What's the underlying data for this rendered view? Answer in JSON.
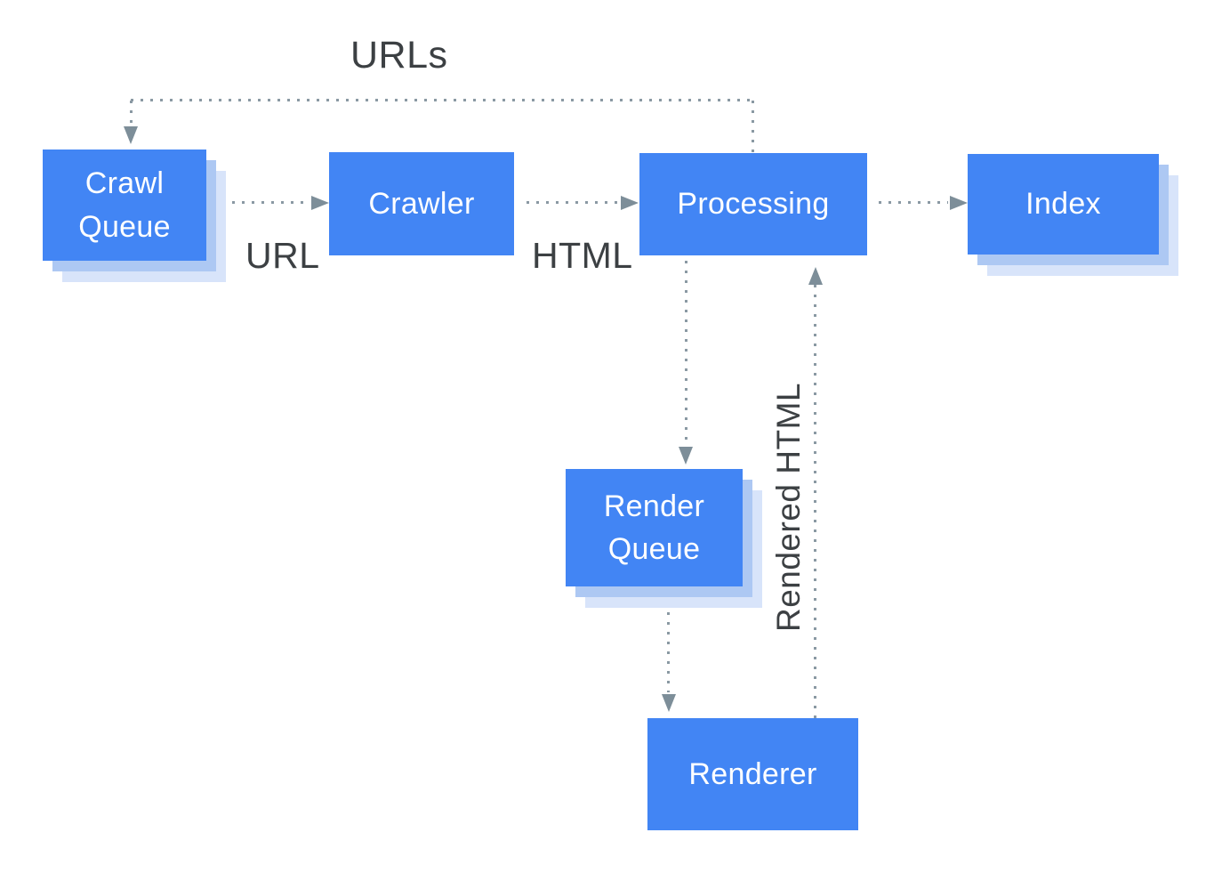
{
  "diagram": {
    "description": "Google crawl-render-index pipeline flow diagram",
    "background": "#FFFFFF",
    "colors": {
      "background": "#FFFFFF",
      "box_blue": "#4285F4",
      "shadow_mid": "#ADC8F3",
      "shadow_light": "#D8E4FA",
      "line_gray": "#8A99A3",
      "arrow_gray": "#7D8E99",
      "label_dark": "#3C4043",
      "box_text": "#FFFFFF"
    },
    "nodes": {
      "crawl_queue": {
        "label": "Crawl Queue",
        "stacked": true
      },
      "crawler": {
        "label": "Crawler",
        "stacked": false
      },
      "processing": {
        "label": "Processing",
        "stacked": false
      },
      "index": {
        "label": "Index",
        "stacked": true
      },
      "render_queue": {
        "label": "Render Queue",
        "stacked": true
      },
      "renderer": {
        "label": "Renderer",
        "stacked": false
      }
    },
    "edges": [
      {
        "from": "crawl_queue",
        "to": "crawler",
        "label": "URL",
        "style": "dotted"
      },
      {
        "from": "crawler",
        "to": "processing",
        "label": "HTML",
        "style": "dotted"
      },
      {
        "from": "processing",
        "to": "index",
        "label": "",
        "style": "dotted"
      },
      {
        "from": "processing",
        "to": "crawl_queue",
        "label": "URLs",
        "style": "dotted"
      },
      {
        "from": "processing",
        "to": "render_queue",
        "label": "",
        "style": "dotted"
      },
      {
        "from": "render_queue",
        "to": "renderer",
        "label": "",
        "style": "dotted"
      },
      {
        "from": "renderer",
        "to": "processing",
        "label": "Rendered HTML",
        "style": "dotted"
      }
    ],
    "edge_labels": {
      "urls": "URLs",
      "url": "URL",
      "html": "HTML",
      "rendered_html": "Rendered HTML"
    }
  }
}
